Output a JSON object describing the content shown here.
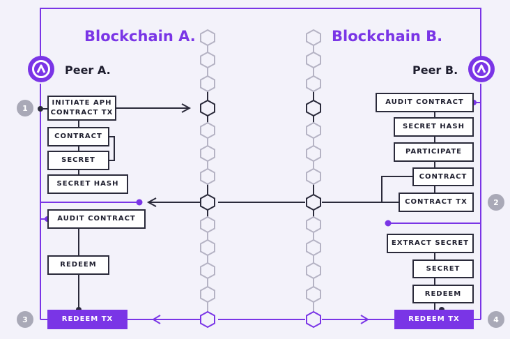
{
  "titles": {
    "chain_a": "Blockchain A.",
    "chain_b": "Blockchain B."
  },
  "peers": {
    "a": "Peer A.",
    "b": "Peer B."
  },
  "steps": [
    "1",
    "2",
    "3",
    "4"
  ],
  "peer_a_boxes": {
    "initiate": "INITIATE APH\nCONTRACT TX",
    "contract": "CONTRACT",
    "secret": "SECRET",
    "secret_hash": "SECRET HASH",
    "audit_contract": "AUDIT CONTRACT",
    "redeem": "REDEEM",
    "redeem_tx": "REDEEM TX"
  },
  "peer_b_boxes": {
    "audit_contract": "AUDIT CONTRACT",
    "secret_hash": "SECRET HASH",
    "participate": "PARTICIPATE",
    "contract": "CONTRACT",
    "contract_tx": "CONTRACT TX",
    "extract_secret": "EXTRACT SECRET",
    "secret": "SECRET",
    "redeem": "REDEEM",
    "redeem_tx": "REDEEM TX"
  },
  "icons": [
    "aph-logo-icon",
    "hexagon-block-icon",
    "arrow-left-icon",
    "arrow-right-icon"
  ],
  "colors": {
    "purple": "#7a35e6",
    "dark": "#2a2a3a",
    "chain_gray": "#b5b3c4",
    "step_gray": "#a9a9b7",
    "background": "#f3f2fa"
  }
}
